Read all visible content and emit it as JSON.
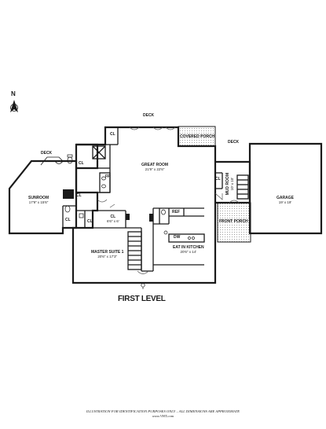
{
  "plan": {
    "level_title": "FIRST LEVEL",
    "north_label": "N",
    "disclaimer_line1": "ILLUSTRATION FOR IDENTIFICATION PURPOSES ONLY – ALL DIMENSIONS ARE APPROXIMATE",
    "disclaimer_line2": "www.VHT.com",
    "rooms": {
      "deck_top": "DECK",
      "deck_left": "DECK",
      "deck_right": "DECK",
      "covered_porch": "COVERED PORCH",
      "great_room": "GREAT ROOM",
      "great_room_dim": "21'9\" x 22'6\"",
      "sunroom": "SUNROOM",
      "sunroom_dim": "17'9\" x 15'6\"",
      "garage": "GARAGE",
      "garage_dim": "19' x 19'",
      "mud_room": "MUD ROOM",
      "mud_room_dim": "10' x 10'",
      "front_porch": "FRONT PORCH",
      "master_suite": "MASTER SUITE 1",
      "master_suite_dim": "20'6\" x 17'3\"",
      "eat_in_kitchen": "EAT IN KITCHEN",
      "eat_in_kitchen_dim": "20'6\" x 14'",
      "closet_dim_label": "CL",
      "closet_dim": "6'6\" x 6'",
      "ref": "REF",
      "dw": "DW",
      "fp": "FP",
      "cl": "CL"
    }
  }
}
